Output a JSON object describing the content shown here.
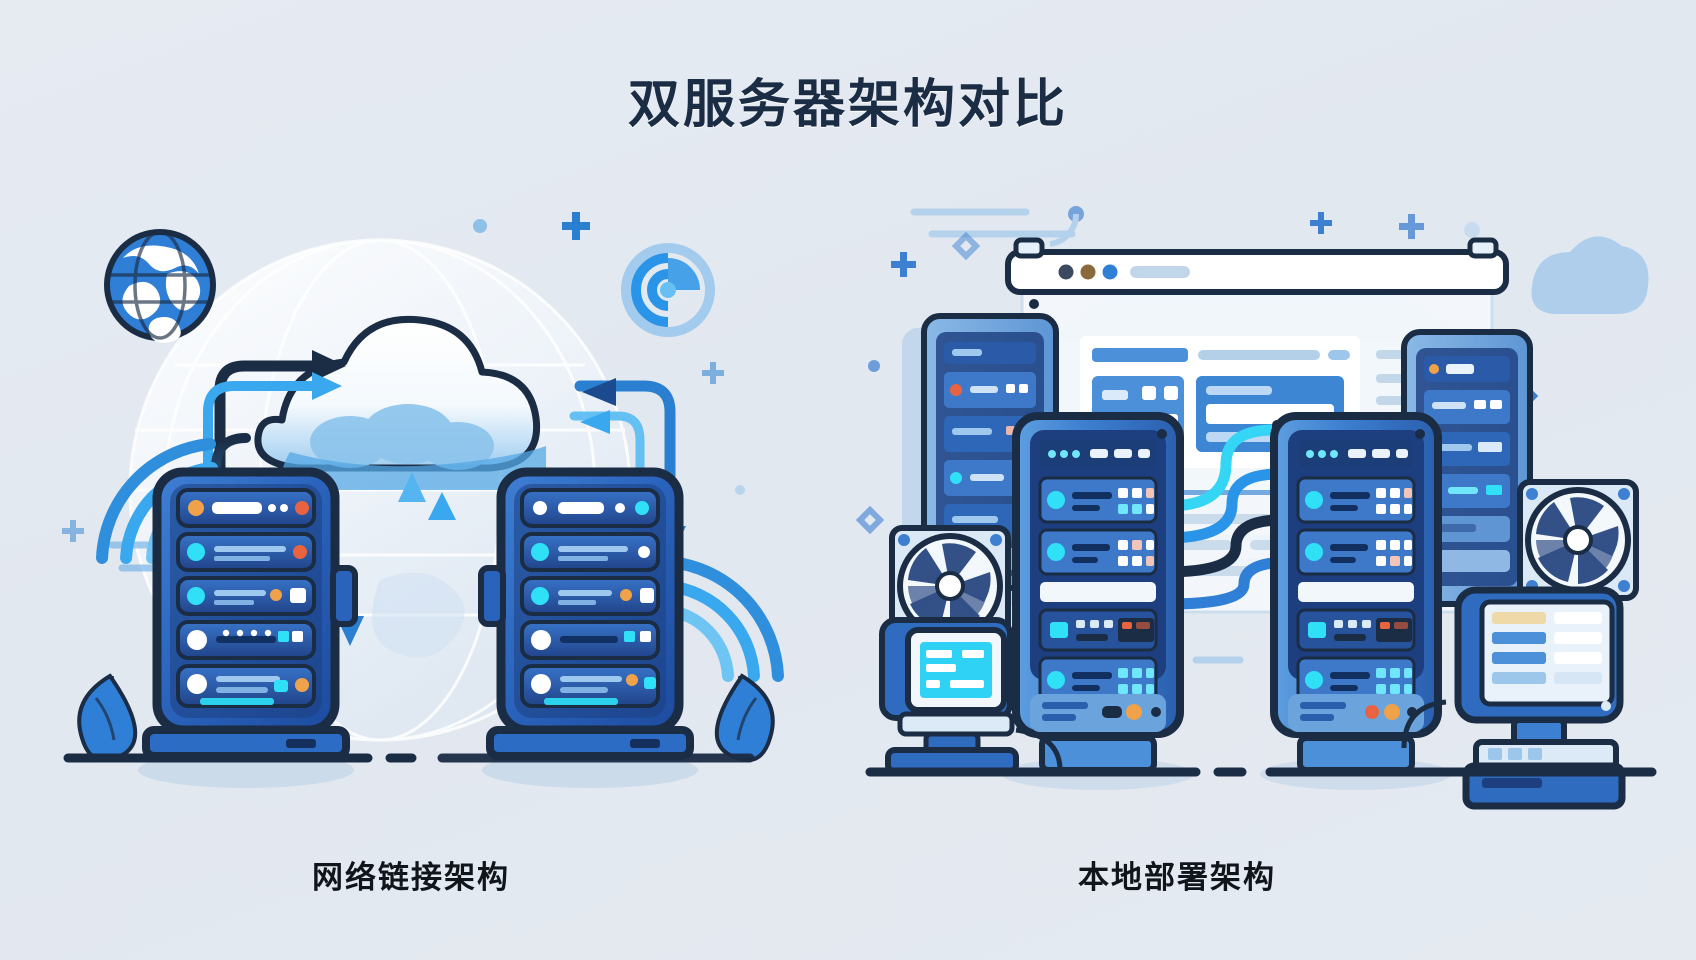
{
  "page": {
    "title": "双服务器架构对比",
    "background_color": "#e4eaf1",
    "title_color": "#1b2c45",
    "caption_color": "#10151c"
  },
  "palette": {
    "navy_outline": "#1b2c45",
    "deep_blue": "#1f4e9c",
    "mid_blue": "#2f7fd6",
    "bright_blue": "#2a94e8",
    "cyan": "#35d6f5",
    "light_blue": "#9cc6ea",
    "pale_blue": "#cfe0f2",
    "white": "#ffffff",
    "led_amber": "#f0a24a",
    "led_red": "#e8633f",
    "led_cyan": "#2fe0f7",
    "led_white": "#ffffff"
  },
  "panels": [
    {
      "id": "network-architecture",
      "caption": "网络链接架构",
      "decorations": [
        "globe-icon",
        "translucent-globe-backdrop",
        "cloud-icon",
        "wifi-arcs-left",
        "wifi-arcs-right",
        "radar-signal-icon",
        "plus-sparkle",
        "leaf-plant-left",
        "leaf-plant-right",
        "dotted-ground-line"
      ],
      "servers": [
        {
          "id": "server-left",
          "unit_count": 5,
          "units": [
            {
              "leds": [
                "led_amber",
                "led_white",
                "led_white",
                "led_red"
              ]
            },
            {
              "leds": [
                "led_cyan",
                "led_red"
              ]
            },
            {
              "leds": [
                "led_cyan",
                "led_amber",
                "led_white"
              ]
            },
            {
              "leds": [
                "led_white",
                "led_cyan",
                "led_cyan",
                "led_white"
              ]
            },
            {
              "leds": [
                "led_white",
                "led_cyan",
                "led_amber"
              ]
            }
          ]
        },
        {
          "id": "server-right",
          "unit_count": 5,
          "units": [
            {
              "leds": [
                "led_white",
                "led_white",
                "led_cyan"
              ]
            },
            {
              "leds": [
                "led_cyan",
                "led_white"
              ]
            },
            {
              "leds": [
                "led_cyan",
                "led_amber"
              ]
            },
            {
              "leds": [
                "led_white",
                "led_cyan",
                "led_white"
              ]
            },
            {
              "leds": [
                "led_amber",
                "led_cyan",
                "led_white"
              ]
            }
          ]
        }
      ],
      "flow_arrows": {
        "into_cloud_count": 2,
        "out_of_cloud_count": 2,
        "vertical_down_count": 2,
        "vertical_up_count": 2,
        "horizontal_count": 3
      }
    },
    {
      "id": "onpremise-architecture",
      "caption": "本地部署架构",
      "decorations": [
        "browser-window",
        "dome-backdrop",
        "cooling-fan-left",
        "cooling-fan-right",
        "crt-monitor",
        "terminal-monitor",
        "cloud-shape",
        "diamond-outline",
        "plus-sparkle",
        "dotted-ground-line"
      ],
      "browser_window": {
        "dots": [
          "#3b4a63",
          "#8a6a3c",
          "#2f7fd6"
        ],
        "address_bar": true,
        "content_rows": 6
      },
      "servers": [
        {
          "id": "rack-back-left",
          "unit_count": 5
        },
        {
          "id": "rack-back-right",
          "unit_count": 5
        },
        {
          "id": "rack-front-left",
          "unit_count": 5
        },
        {
          "id": "rack-front-right",
          "unit_count": 5
        }
      ],
      "cables": {
        "count": 4,
        "colors": [
          "#35d6f5",
          "#2a94e8",
          "#1b2c45",
          "#2f7fd6"
        ]
      },
      "fans": {
        "count": 2,
        "blade_count": 7
      }
    }
  ]
}
